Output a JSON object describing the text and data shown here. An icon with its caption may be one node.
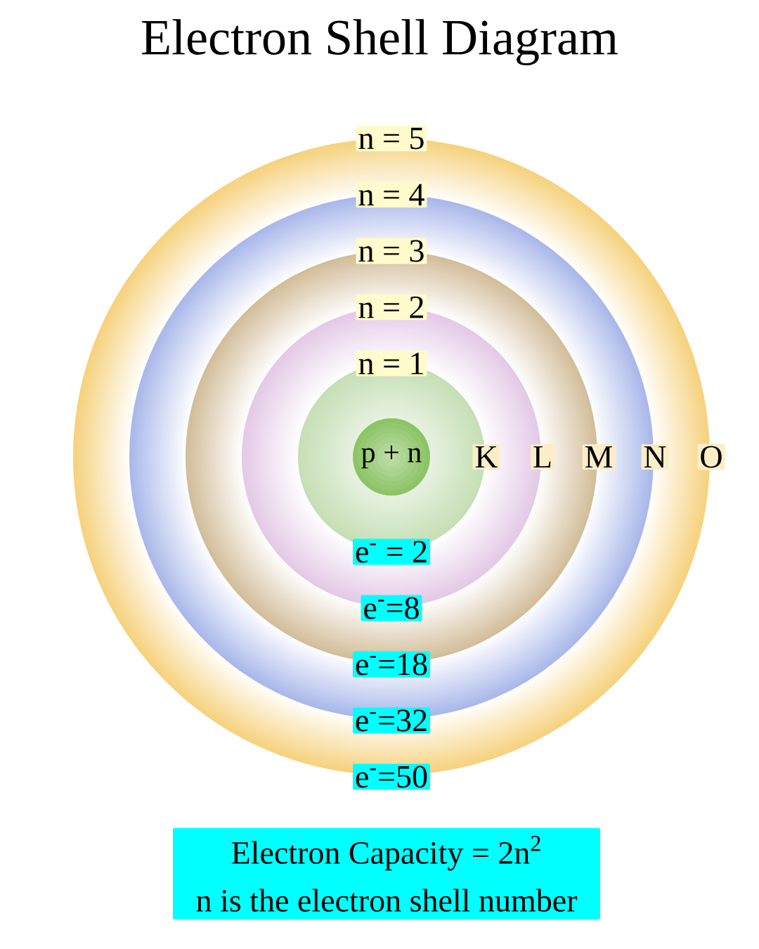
{
  "diagram": {
    "title": "Electron Shell Diagram",
    "nodes": [
      {
        "text": [
          "n = 5",
          "O",
          "e$^{-}$=50"
        ]
      },
      {
        "text": [
          "n = 4",
          "N",
          "e$^{-}$=32"
        ],
        "in": 0
      },
      {
        "text": [
          "n = 3",
          "M",
          "e$^{-}$=18"
        ],
        "in": 1
      },
      {
        "text": [
          "n = 2",
          "L",
          "e$^{-}$=8"
        ],
        "in": 2
      },
      {
        "text": [
          "n = 1",
          "K",
          "e$^{-}$ = 2"
        ],
        "in": 3
      },
      {
        "text": [
          "p + n"
        ],
        "in": 4
      },
      {
        "text": [
          "Electron Capacity = 2n$^{2}$",
          "n is the electron shell number"
        ]
      }
    ]
  }
}
